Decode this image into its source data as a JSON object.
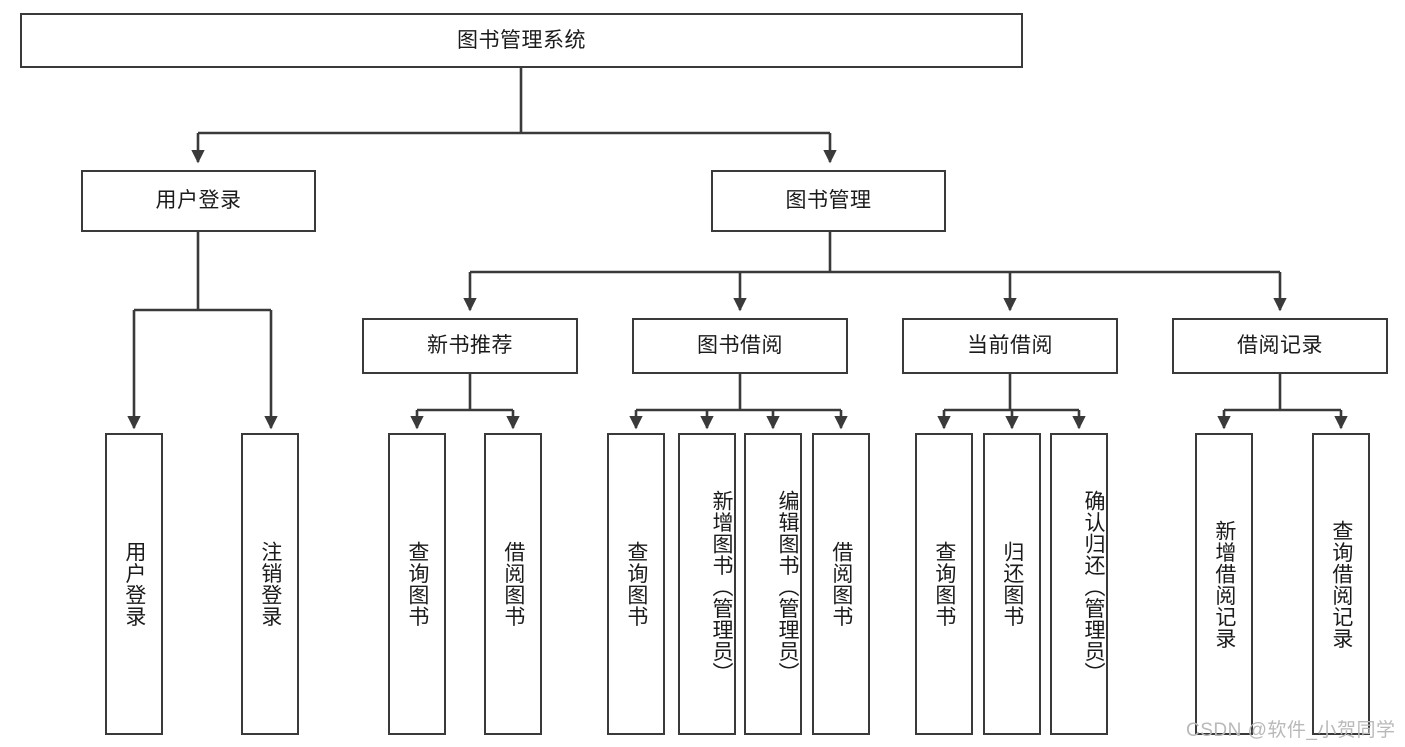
{
  "diagram": {
    "title": "图书管理系统",
    "watermark": "CSDN @软件_小贺同学",
    "line_color": "#3a3a3a",
    "box_fill": "#ffffff",
    "text_color": "#1b1b1b",
    "watermark_color": "#b9b9b9",
    "level1": {
      "root": "图书管理系统"
    },
    "level2": [
      {
        "label": "用户登录"
      },
      {
        "label": "图书管理"
      }
    ],
    "level3": [
      {
        "label": "新书推荐"
      },
      {
        "label": "图书借阅"
      },
      {
        "label": "当前借阅"
      },
      {
        "label": "借阅记录"
      }
    ],
    "leaves": {
      "user_login": [
        {
          "label": "用户登录"
        },
        {
          "label": "注销登录"
        }
      ],
      "new_book_recommend": [
        {
          "label": "查询图书"
        },
        {
          "label": "借阅图书"
        }
      ],
      "book_borrow": [
        {
          "label": "查询图书"
        },
        {
          "label": "新增图书（管理员）"
        },
        {
          "label": "编辑图书（管理员）"
        },
        {
          "label": "借阅图书"
        }
      ],
      "current_borrow": [
        {
          "label": "查询图书"
        },
        {
          "label": "归还图书"
        },
        {
          "label": "确认归还（管理员）"
        }
      ],
      "borrow_record": [
        {
          "label": "新增借阅记录"
        },
        {
          "label": "查询借阅记录"
        }
      ]
    }
  }
}
